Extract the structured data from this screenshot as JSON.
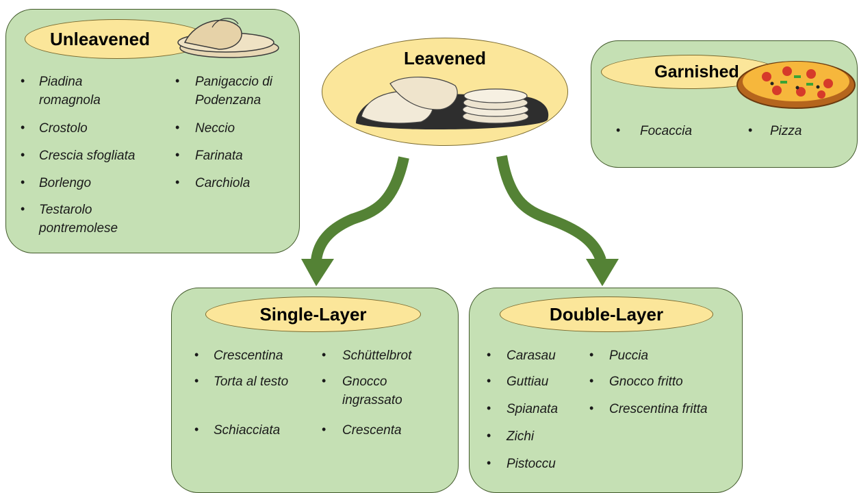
{
  "unleavened": {
    "title": "Unleavened",
    "col1": [
      "Piadina\nromagnola",
      "Crostolo",
      "Crescia sfogliata",
      "Borlengo",
      "Testarolo\npontremolese"
    ],
    "col2": [
      "Panigaccio di\nPodenzana",
      "Neccio",
      "Farinata",
      "Carchiola"
    ]
  },
  "leavened": {
    "title": "Leavened"
  },
  "garnished": {
    "title": "Garnished",
    "items": [
      "Focaccia",
      "Pizza"
    ]
  },
  "single_layer": {
    "title": "Single-Layer",
    "col1": [
      "Crescentina",
      "Torta al testo",
      "Schiacciata"
    ],
    "col2": [
      "Schüttelbrot",
      "Gnocco\ningrassato",
      "Crescenta"
    ]
  },
  "double_layer": {
    "title": "Double-Layer",
    "col1": [
      "Carasau",
      "Guttiau",
      "Spianata",
      "Zichi",
      "Pistoccu"
    ],
    "col2": [
      "Puccia",
      "Gnocco fritto",
      "Crescentina fritta"
    ]
  },
  "colors": {
    "box_fill": "#c5e0b4",
    "pill_fill": "#fbe69a",
    "arrow": "#548235"
  }
}
